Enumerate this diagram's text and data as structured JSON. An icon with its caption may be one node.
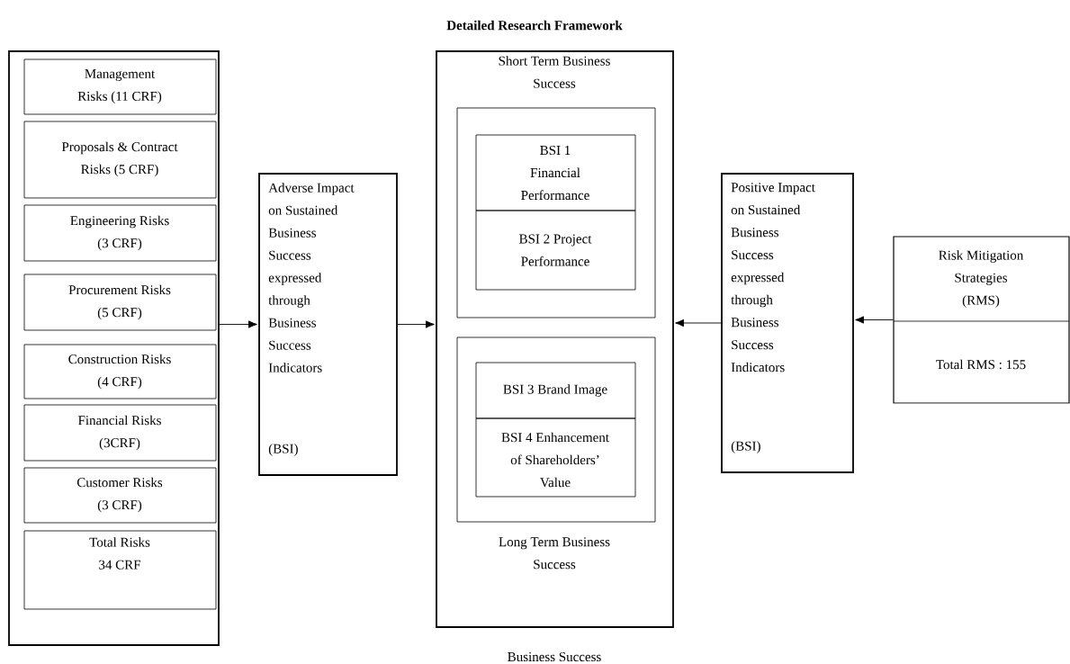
{
  "diagram": {
    "title": "Detailed Research Framework",
    "nodes": [
      {
        "text": [],
        "shape": "box"
      },
      {
        "text": [
          "Management Risks (11 CRF)"
        ],
        "in": 0
      },
      {
        "text": [
          "Proposals & Contract Risks (5 CRF)"
        ],
        "in": 0
      },
      {
        "text": [
          "Engineering Risks (3 CRF)"
        ],
        "in": 0
      },
      {
        "text": [
          "Procurement Risks (5 CRF)"
        ],
        "in": 0
      },
      {
        "text": [
          "Construction Risks (4 CRF)"
        ],
        "in": 0
      },
      {
        "text": [
          "Financial Risks (3CRF)"
        ],
        "in": 0
      },
      {
        "text": [
          "Customer Risks (3 CRF)"
        ],
        "in": 0
      },
      {
        "text": [
          "Total Risks 34 CRF"
        ],
        "in": 0
      },
      {
        "text": [
          "Adverse Impact on Sustained Business Success expressed through Business Success Indicators",
          "(BSI)"
        ]
      },
      {
        "text": [
          "Short Term Business Success",
          "Long Term Business Success"
        ],
        "beside": [
          "Business Success"
        ]
      },
      {
        "text": [],
        "shape": "box",
        "in": 10
      },
      {
        "text": [
          "BSI 1 Financial Performance"
        ],
        "in": 11
      },
      {
        "text": [
          "BSI 2 Project Performance"
        ],
        "in": 11
      },
      {
        "text": [],
        "shape": "box",
        "in": 10
      },
      {
        "text": [
          "BSI 3 Brand Image"
        ],
        "in": 14
      },
      {
        "text": [
          "BSI 4 Enhancement of Shareholders’ Value"
        ],
        "in": 14
      },
      {
        "text": [
          "Positive Impact on Sustained Business Success expressed through Business Success Indicators",
          "(BSI)"
        ]
      },
      {
        "text": [
          "Risk Mitigation Strategies (RMS)",
          "Total RMS : 155"
        ]
      }
    ],
    "edges": [
      {
        "from": 0,
        "to": 9,
        "arrow": "to"
      },
      {
        "from": 9,
        "to": 10,
        "arrow": "to"
      },
      {
        "from": 17,
        "to": 10,
        "arrow": "to"
      },
      {
        "from": 18,
        "to": 17,
        "arrow": "to"
      }
    ]
  }
}
